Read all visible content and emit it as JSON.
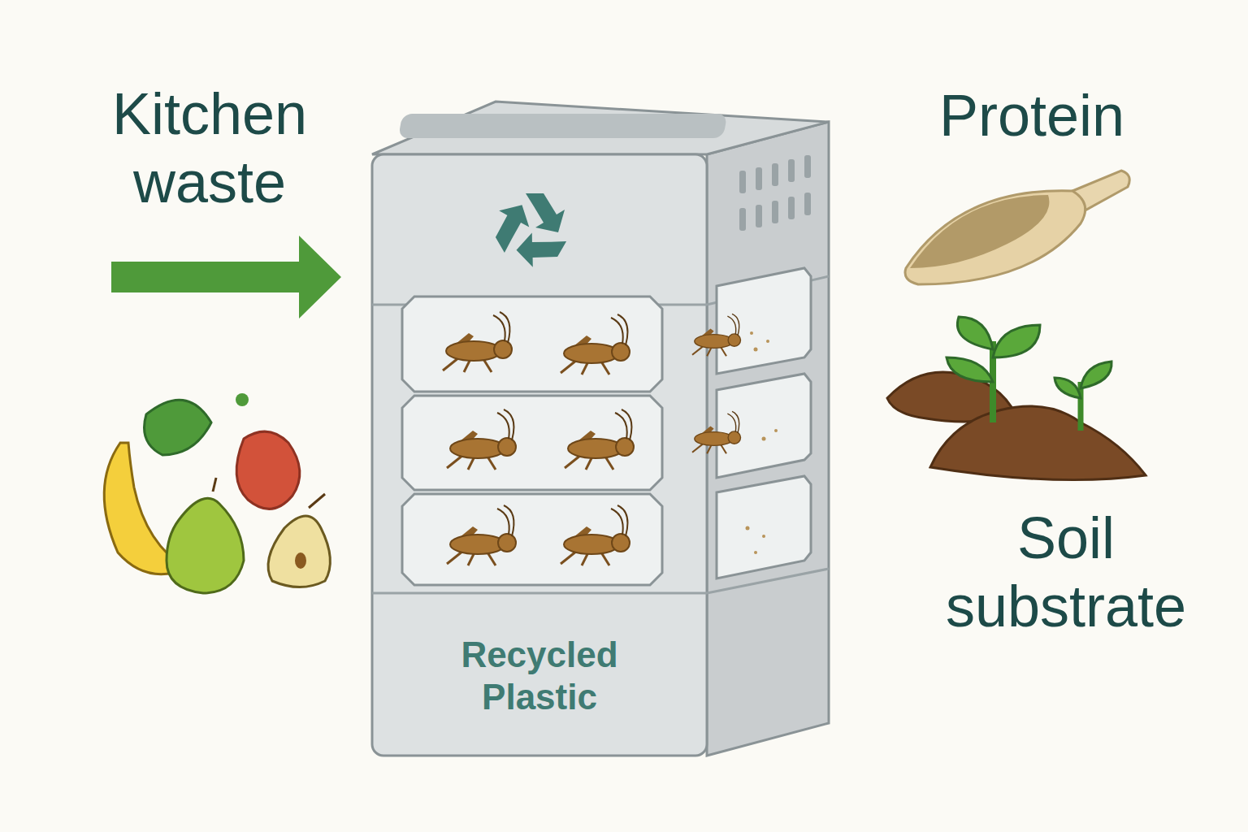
{
  "diagram": {
    "nodes": [
      {
        "text": [
          "Recycled Plastic"
        ]
      }
    ],
    "labels": [
      "Kitchen waste",
      "Protein",
      "Soil substrate"
    ]
  }
}
